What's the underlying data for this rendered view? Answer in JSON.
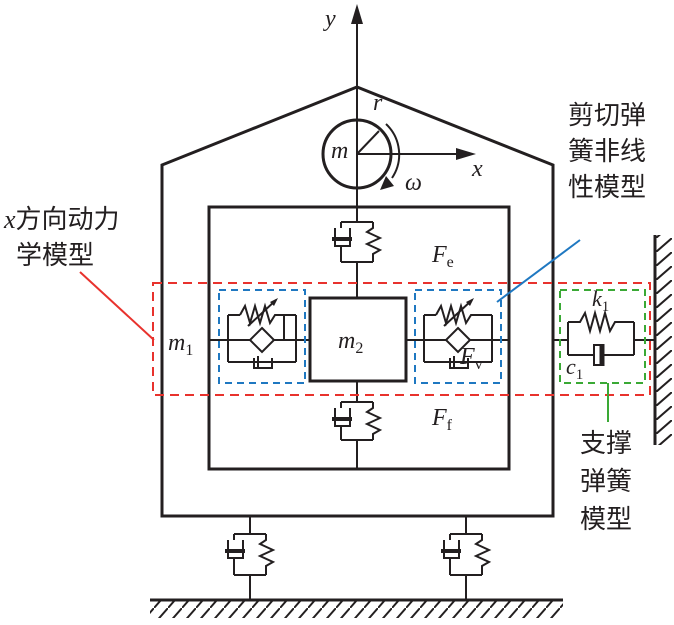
{
  "axes": {
    "y_label": "y",
    "x_label": "x",
    "r_label": "r",
    "m_label": "m",
    "omega_label": "ω"
  },
  "masses": {
    "m1_base": "m",
    "m1_sub": "1",
    "m2_base": "m",
    "m2_sub": "2"
  },
  "forces": {
    "Fe_base": "F",
    "Fe_sub": "e",
    "Ff_base": "F",
    "Ff_sub": "f",
    "Fv_base": "F",
    "Fv_sub": "v"
  },
  "support_params": {
    "k_base": "k",
    "k_sub": "1",
    "c_base": "c",
    "c_sub": "1"
  },
  "annotations": {
    "x_model_line1_italic": "x",
    "x_model_line1_rest": "方向动力",
    "x_model_line2": "学模型",
    "shear_lines": [
      "剪切弹",
      "簧非线",
      "性模型"
    ],
    "support_lines": [
      "支撑",
      "弹簧",
      "模型"
    ]
  },
  "colors": {
    "line": "#231f20",
    "red_box": "#e8322d",
    "blue_box": "#1f78c1",
    "green_box": "#3aa935"
  }
}
